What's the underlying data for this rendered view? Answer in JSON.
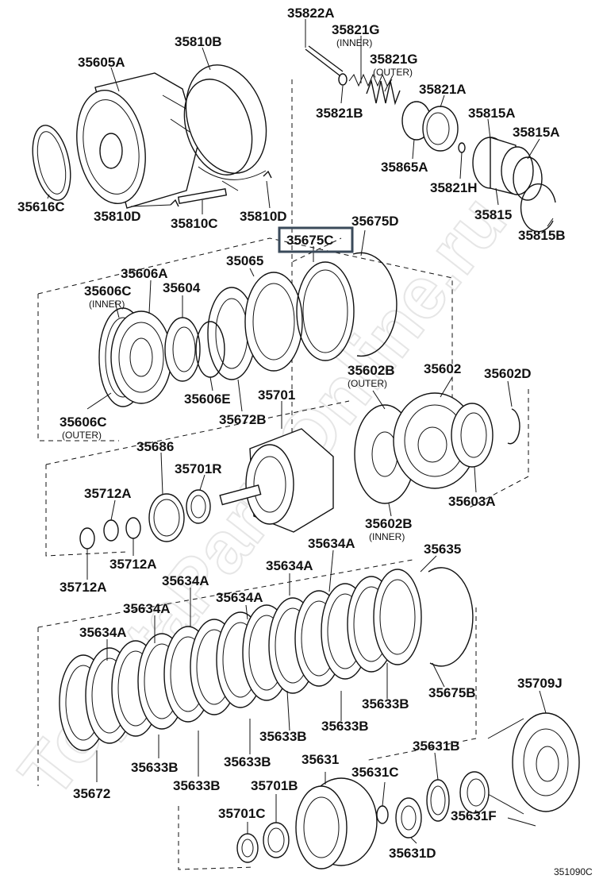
{
  "diagram": {
    "watermark": "ToyotaPartsOnline.ru",
    "highlighted_part": "35675C",
    "figure_code": "351090C",
    "labels": [
      {
        "id": "35822A",
        "text": "35822A"
      },
      {
        "id": "35821G-inner",
        "text": "35821G",
        "sub": "(INNER)"
      },
      {
        "id": "35821G-outer",
        "text": "35821G",
        "sub": "(OUTER)"
      },
      {
        "id": "35810B",
        "text": "35810B"
      },
      {
        "id": "35605A",
        "text": "35605A"
      },
      {
        "id": "35821A",
        "text": "35821A"
      },
      {
        "id": "35821B",
        "text": "35821B"
      },
      {
        "id": "35815A-1",
        "text": "35815A"
      },
      {
        "id": "35815A-2",
        "text": "35815A"
      },
      {
        "id": "35865A",
        "text": "35865A"
      },
      {
        "id": "35821H",
        "text": "35821H"
      },
      {
        "id": "35616C",
        "text": "35616C"
      },
      {
        "id": "35815",
        "text": "35815"
      },
      {
        "id": "35810D-1",
        "text": "35810D"
      },
      {
        "id": "35810C",
        "text": "35810C"
      },
      {
        "id": "35810D-2",
        "text": "35810D"
      },
      {
        "id": "35815B",
        "text": "35815B"
      },
      {
        "id": "35675C",
        "text": "35675C"
      },
      {
        "id": "35675D",
        "text": "35675D"
      },
      {
        "id": "35065",
        "text": "35065"
      },
      {
        "id": "35606A",
        "text": "35606A"
      },
      {
        "id": "35606C-inner",
        "text": "35606C",
        "sub": "(INNER)"
      },
      {
        "id": "35604",
        "text": "35604"
      },
      {
        "id": "35602B-outer",
        "text": "35602B",
        "sub": "(OUTER)"
      },
      {
        "id": "35602",
        "text": "35602"
      },
      {
        "id": "35602D",
        "text": "35602D"
      },
      {
        "id": "35606E",
        "text": "35606E"
      },
      {
        "id": "35701",
        "text": "35701"
      },
      {
        "id": "35606C-outer",
        "text": "35606C",
        "sub": "(OUTER)"
      },
      {
        "id": "35672B",
        "text": "35672B"
      },
      {
        "id": "35686",
        "text": "35686"
      },
      {
        "id": "35701R",
        "text": "35701R"
      },
      {
        "id": "35712A-1",
        "text": "35712A"
      },
      {
        "id": "35603A",
        "text": "35603A"
      },
      {
        "id": "35602B-inner",
        "text": "35602B",
        "sub": "(INNER)"
      },
      {
        "id": "35712A-2",
        "text": "35712A"
      },
      {
        "id": "35634A-1",
        "text": "35634A"
      },
      {
        "id": "35635",
        "text": "35635"
      },
      {
        "id": "35712A-3",
        "text": "35712A"
      },
      {
        "id": "35634A-2",
        "text": "35634A"
      },
      {
        "id": "35634A-3",
        "text": "35634A"
      },
      {
        "id": "35634A-4",
        "text": "35634A"
      },
      {
        "id": "35634A-5",
        "text": "35634A"
      },
      {
        "id": "35634A-6",
        "text": "35634A"
      },
      {
        "id": "35709J",
        "text": "35709J"
      },
      {
        "id": "35633B-1",
        "text": "35633B"
      },
      {
        "id": "35675B",
        "text": "35675B"
      },
      {
        "id": "35633B-2",
        "text": "35633B"
      },
      {
        "id": "35633B-3",
        "text": "35633B"
      },
      {
        "id": "35631B",
        "text": "35631B"
      },
      {
        "id": "35633B-4",
        "text": "35633B"
      },
      {
        "id": "35633B-5",
        "text": "35633B"
      },
      {
        "id": "35631",
        "text": "35631"
      },
      {
        "id": "35672",
        "text": "35672"
      },
      {
        "id": "35631C",
        "text": "35631C"
      },
      {
        "id": "35633B-6",
        "text": "35633B"
      },
      {
        "id": "35701B",
        "text": "35701B"
      },
      {
        "id": "35701C",
        "text": "35701C"
      },
      {
        "id": "35631F",
        "text": "35631F"
      },
      {
        "id": "35631D",
        "text": "35631D"
      }
    ]
  }
}
